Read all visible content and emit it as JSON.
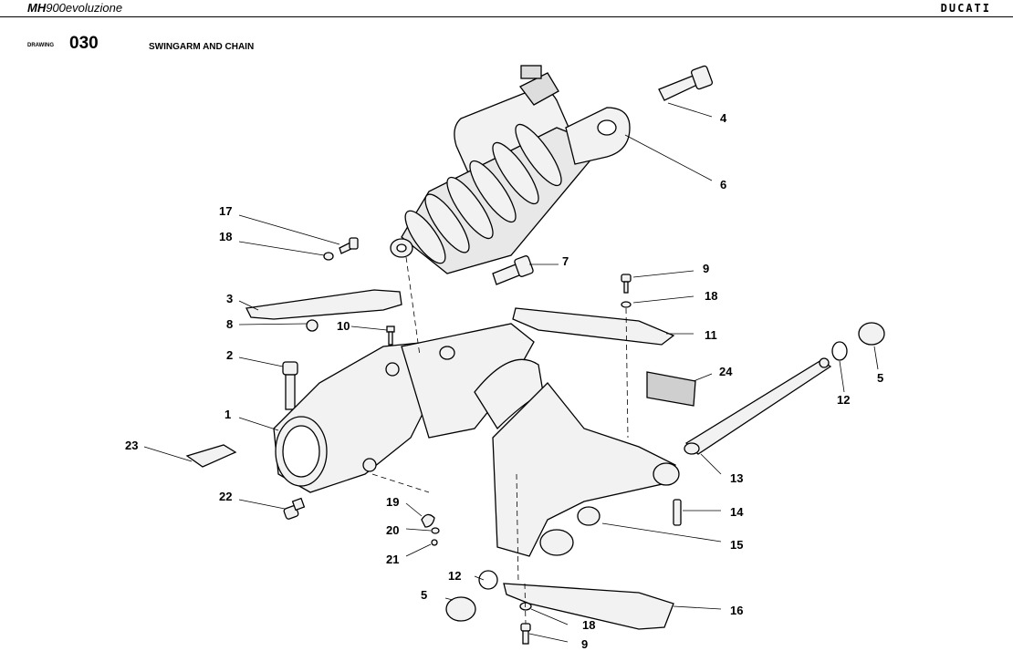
{
  "header": {
    "model_prefix": "MH",
    "model_suffix": "900evoluzione",
    "brand": "DUCATI"
  },
  "drawing": {
    "label": "DRAWING",
    "number": "030",
    "title": "SWINGARM AND CHAIN"
  },
  "callouts": {
    "c1": "1",
    "c2": "2",
    "c3": "3",
    "c4": "4",
    "c5a": "5",
    "c5b": "5",
    "c6": "6",
    "c7": "7",
    "c8": "8",
    "c9a": "9",
    "c9b": "9",
    "c10": "10",
    "c11": "11",
    "c12a": "12",
    "c12b": "12",
    "c13": "13",
    "c14": "14",
    "c15": "15",
    "c16": "16",
    "c17": "17",
    "c18a": "18",
    "c18b": "18",
    "c18c": "18",
    "c19": "19",
    "c20": "20",
    "c21": "21",
    "c22": "22",
    "c23": "23",
    "c24": "24"
  },
  "colors": {
    "line": "#000000",
    "part_fill": "#f2f2f2",
    "shade": "#cfcfcf"
  }
}
